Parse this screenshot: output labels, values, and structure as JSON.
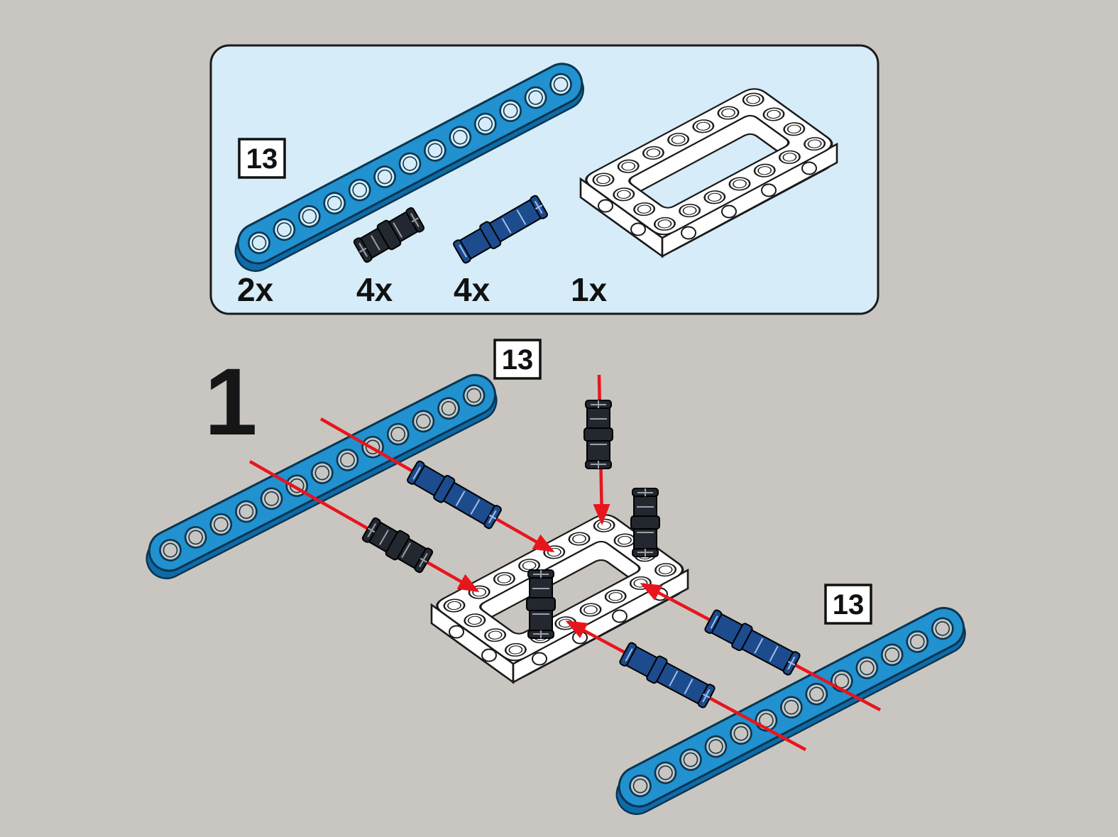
{
  "colors": {
    "page_bg": "#c9c6c1",
    "panel_bg": "#d6ecf8",
    "outline": "#1a1a1a",
    "beam_blue": "#2191cf",
    "beam_blue_dark": "#0e6ba8",
    "pin_black": "#23272f",
    "pin_blue": "#1c4b8e",
    "frame_white": "#ffffff",
    "arrow_red": "#e8151d",
    "hole_panel": "#d6ecf8",
    "hole_page": "#c9c6c1"
  },
  "parts_panel": {
    "callout": "13",
    "items": [
      {
        "name": "technic-beam-13-blue",
        "qty": "2x"
      },
      {
        "name": "technic-pin-connector-dark",
        "qty": "4x"
      },
      {
        "name": "technic-pin-3l-blue",
        "qty": "4x"
      },
      {
        "name": "technic-frame-5x7-white",
        "qty": "1x"
      }
    ]
  },
  "step": {
    "number": "1",
    "callouts": [
      "13",
      "13"
    ]
  }
}
